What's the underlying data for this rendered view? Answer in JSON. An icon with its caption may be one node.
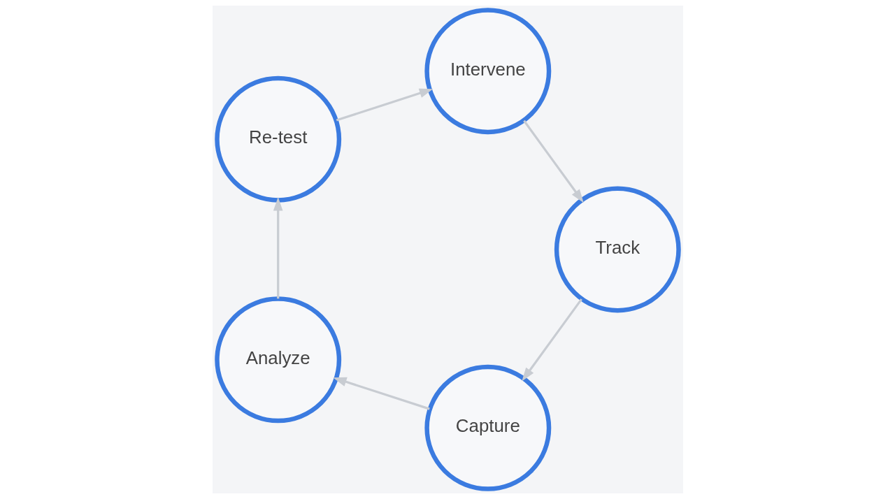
{
  "diagram": {
    "nodes": [
      {
        "text": [
          "Capture"
        ]
      },
      {
        "text": [
          "Analyze"
        ]
      },
      {
        "text": [
          "Re-test"
        ]
      },
      {
        "text": [
          "Intervene"
        ]
      },
      {
        "text": [
          "Track"
        ]
      }
    ],
    "edges": [
      {
        "from": 0,
        "to": 1,
        "arrow": "to"
      },
      {
        "from": 1,
        "to": 2,
        "arrow": "to"
      },
      {
        "from": 2,
        "to": 3,
        "arrow": "to"
      },
      {
        "from": 3,
        "to": 4,
        "arrow": "to"
      },
      {
        "from": 4,
        "to": 0,
        "arrow": "to"
      }
    ]
  }
}
